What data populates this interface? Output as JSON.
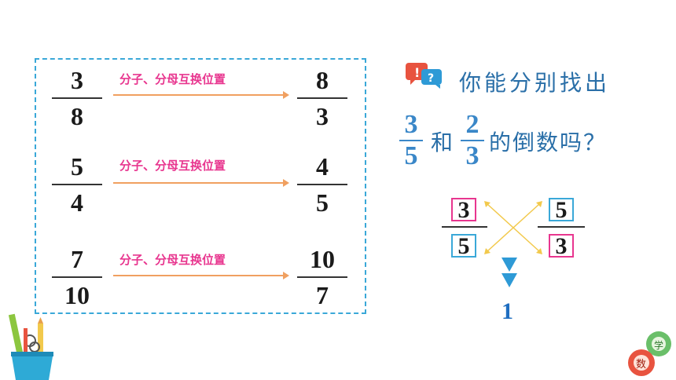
{
  "rows": [
    {
      "from": {
        "num": "3",
        "den": "8"
      },
      "label": "分子、分母互换位置",
      "to": {
        "num": "8",
        "den": "3"
      }
    },
    {
      "from": {
        "num": "5",
        "den": "4"
      },
      "label": "分子、分母互换位置",
      "to": {
        "num": "4",
        "den": "5"
      }
    },
    {
      "from": {
        "num": "7",
        "den": "10"
      },
      "label": "分子、分母互换位置",
      "to": {
        "num": "10",
        "den": "7"
      }
    }
  ],
  "question": {
    "line1": "你能分别找出",
    "frac1": {
      "num": "3",
      "den": "5"
    },
    "joiner": "和",
    "frac2": {
      "num": "2",
      "den": "3"
    },
    "tail": "的倒数吗？"
  },
  "cross": {
    "left": {
      "num": "3",
      "den": "5"
    },
    "right": {
      "num": "5",
      "den": "3"
    },
    "result": "1"
  },
  "colors": {
    "accent": "#e8368f",
    "border": "#3aa8d8",
    "arrow": "#f0a060",
    "question": "#2a6fa8"
  }
}
